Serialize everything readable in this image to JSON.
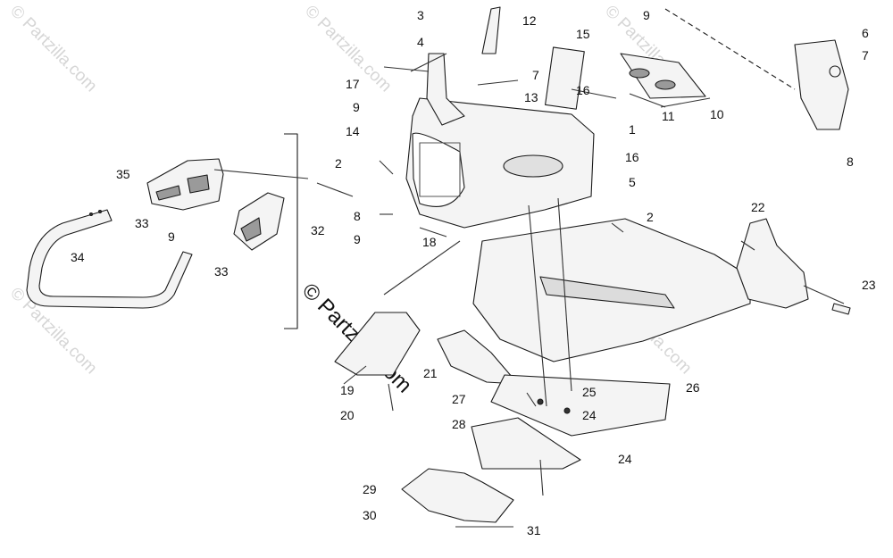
{
  "watermark": {
    "text": "© Partzilla.com",
    "color": "#d4d4d4"
  },
  "copyright_text": "© Partzilla.com",
  "colors": {
    "line": "#1a1a1a",
    "part_shade": "#9a9a9a",
    "part_fill": "#f2f2f2"
  },
  "part_labels": [
    "1",
    "2",
    "2",
    "3",
    "4",
    "5",
    "6",
    "7",
    "7",
    "8",
    "8",
    "9",
    "9",
    "9",
    "9",
    "10",
    "11",
    "12",
    "13",
    "14",
    "15",
    "16",
    "16",
    "17",
    "18",
    "19",
    "20",
    "21",
    "22",
    "23",
    "24",
    "24",
    "25",
    "26",
    "27",
    "28",
    "29",
    "30",
    "31",
    "32",
    "33",
    "33",
    "34",
    "35"
  ]
}
